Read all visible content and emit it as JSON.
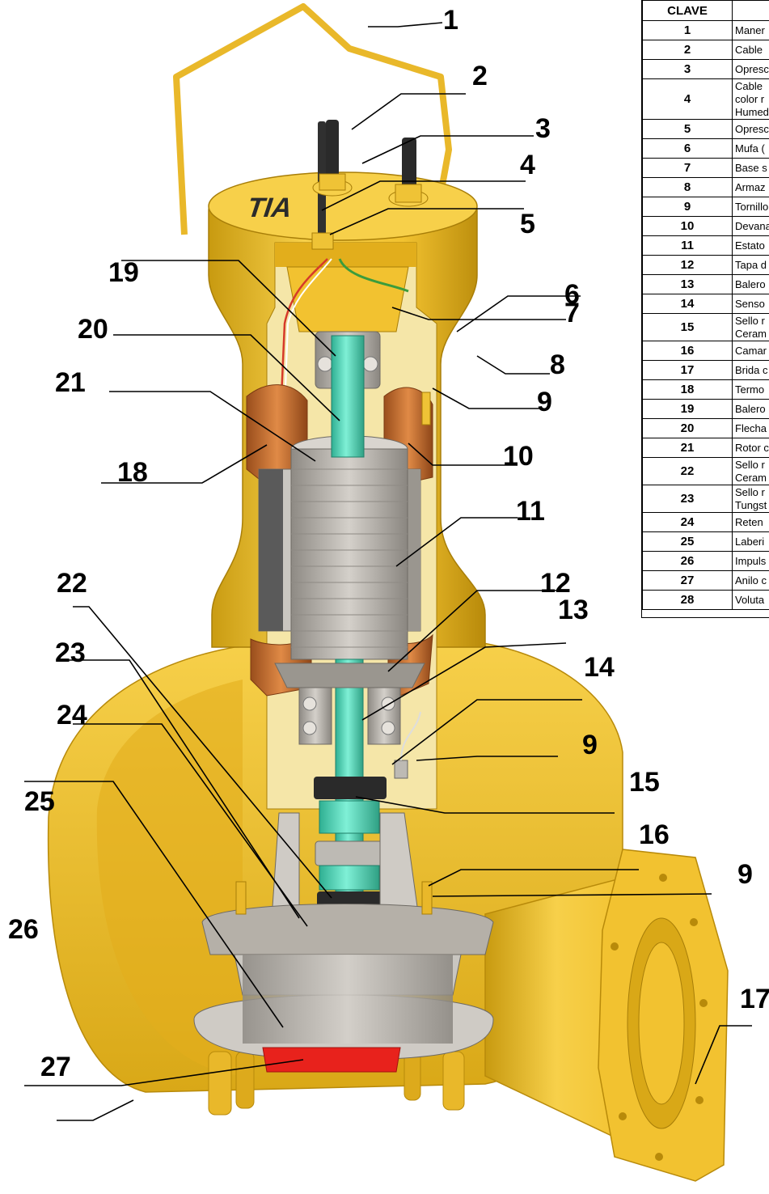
{
  "legend": {
    "header": "CLAVE",
    "rows": [
      {
        "key": "1",
        "desc": [
          "Maner"
        ]
      },
      {
        "key": "2",
        "desc": [
          "Cable"
        ]
      },
      {
        "key": "3",
        "desc": [
          "Opresc"
        ]
      },
      {
        "key": "4",
        "desc": [
          "Cable",
          "color r",
          "Humed"
        ]
      },
      {
        "key": "5",
        "desc": [
          "Opresc"
        ]
      },
      {
        "key": "6",
        "desc": [
          "Mufa ("
        ]
      },
      {
        "key": "7",
        "desc": [
          "Base s"
        ]
      },
      {
        "key": "8",
        "desc": [
          "Armaz"
        ]
      },
      {
        "key": "9",
        "desc": [
          "Tornillo"
        ]
      },
      {
        "key": "10",
        "desc": [
          "Devana"
        ]
      },
      {
        "key": "11",
        "desc": [
          "Estato"
        ]
      },
      {
        "key": "12",
        "desc": [
          "Tapa d"
        ]
      },
      {
        "key": "13",
        "desc": [
          "Balero"
        ]
      },
      {
        "key": "14",
        "desc": [
          "Senso"
        ]
      },
      {
        "key": "15",
        "desc": [
          "Sello r",
          "Ceram"
        ]
      },
      {
        "key": "16",
        "desc": [
          "Camar"
        ]
      },
      {
        "key": "17",
        "desc": [
          "Brida c"
        ]
      },
      {
        "key": "18",
        "desc": [
          "Termo"
        ]
      },
      {
        "key": "19",
        "desc": [
          "Balero"
        ]
      },
      {
        "key": "20",
        "desc": [
          "Flecha"
        ]
      },
      {
        "key": "21",
        "desc": [
          "Rotor c"
        ]
      },
      {
        "key": "22",
        "desc": [
          "Sello r",
          "Ceram"
        ]
      },
      {
        "key": "23",
        "desc": [
          "Sello r",
          "Tungst"
        ]
      },
      {
        "key": "24",
        "desc": [
          "Reten"
        ]
      },
      {
        "key": "25",
        "desc": [
          "Laberi"
        ]
      },
      {
        "key": "26",
        "desc": [
          "Impuls"
        ]
      },
      {
        "key": "27",
        "desc": [
          "Anilo c"
        ]
      },
      {
        "key": "28",
        "desc": [
          "Voluta"
        ]
      }
    ]
  },
  "logo": "TIA",
  "callouts": {
    "c1": "1",
    "c2": "2",
    "c3": "3",
    "c4": "4",
    "c5": "5",
    "c6": "6",
    "c7": "7",
    "c8": "8",
    "c9a": "9",
    "c9b": "9",
    "c9c": "9",
    "c10": "10",
    "c11": "11",
    "c12": "12",
    "c13": "13",
    "c14": "14",
    "c15": "15",
    "c16": "16",
    "c17": "17",
    "c18": "18",
    "c19": "19",
    "c20": "20",
    "c21": "21",
    "c22": "22",
    "c23": "23",
    "c24": "24",
    "c25": "25",
    "c26": "26",
    "c27": "27"
  },
  "colors": {
    "housing": "#F2C230",
    "housing_shade": "#C89A10",
    "copper": "#C8702E",
    "shaft": "#4FD6B8",
    "steel": "#B5B0A8",
    "impeller_base": "#E8221C"
  }
}
